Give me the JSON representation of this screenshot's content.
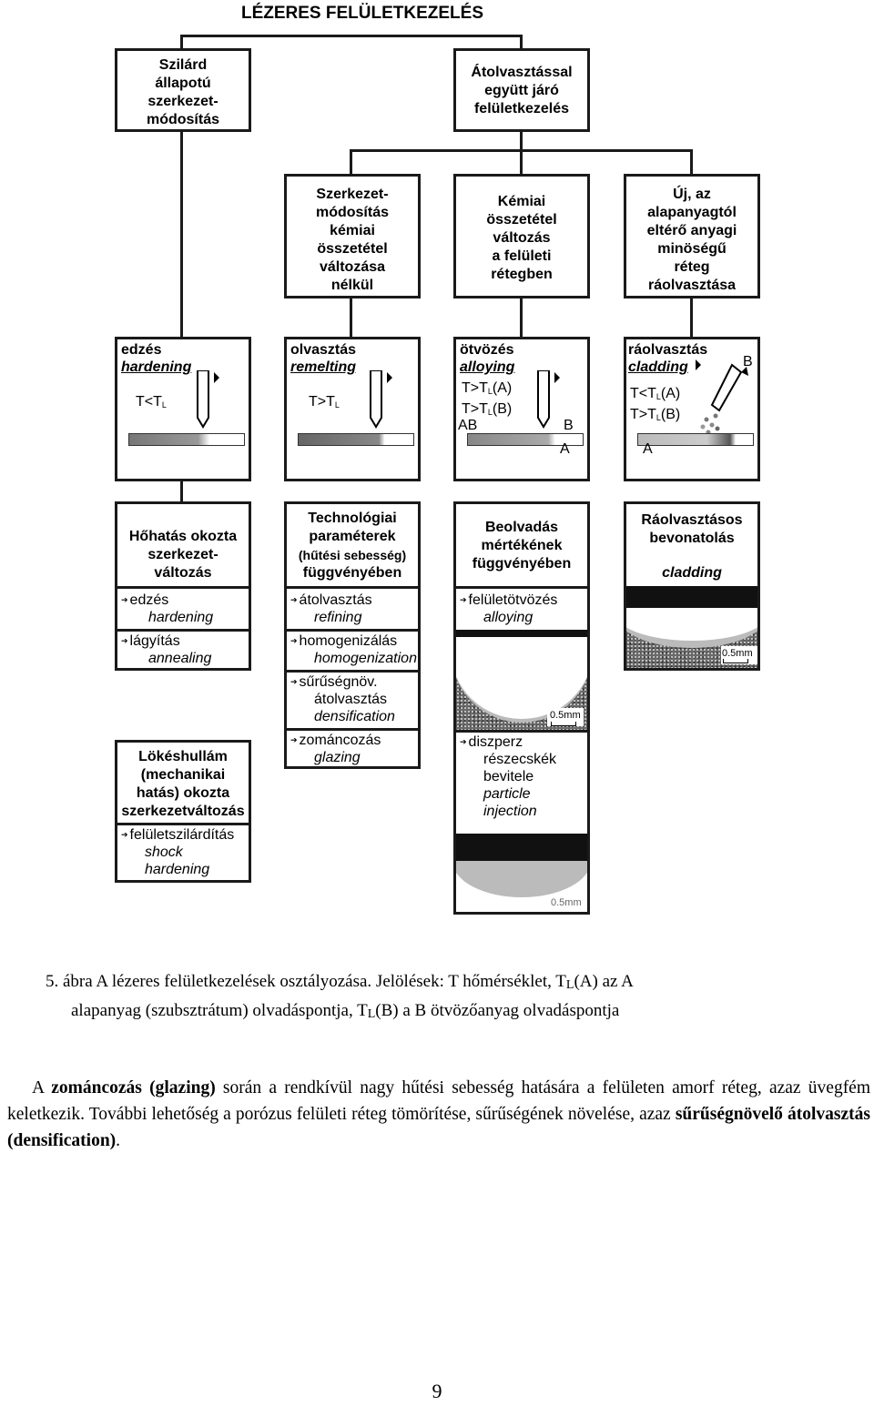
{
  "title": "LÉZERES FELÜLETKEZELÉS",
  "level1": {
    "solid": [
      "Szilárd",
      "állapotú",
      "szerkezet-",
      "módosítás"
    ],
    "melting": [
      "Átolvasztással",
      "együtt járó",
      "felületkezelés"
    ]
  },
  "level2": {
    "a": [
      "Szerkezet-",
      "módosítás",
      "kémiai",
      "összetétel",
      "változása",
      "nélkül"
    ],
    "b": [
      "Kémiai",
      "összetétel",
      "változás",
      "a felületi",
      "rétegben"
    ],
    "c": [
      "Új, az",
      "alapanyagtól",
      "eltérő anyagi",
      "minöségű",
      "réteg",
      "ráolvasztása"
    ]
  },
  "process": [
    {
      "hu": "edzés",
      "en": "hardening",
      "cond": "T<T",
      "sub": "L"
    },
    {
      "hu": "olvasztás",
      "en": "remelting",
      "cond": "T>T",
      "sub": "L"
    },
    {
      "hu": "ötvözés",
      "en": "alloying",
      "cond1": "T>T",
      "sub1": "L",
      "par1": "(A)",
      "cond2": "T>T",
      "sub2": "L",
      "par2": "(B)",
      "ab": "AB",
      "b": "B",
      "a": "A"
    },
    {
      "hu": "ráolvasztás",
      "en": "cladding",
      "cond1": "T<T",
      "sub1": "L",
      "par1": "(A)",
      "cond2": "T>T",
      "sub2": "L",
      "par2": "(B)",
      "b": "B",
      "a": "A"
    }
  ],
  "categories": {
    "heat": {
      "title": [
        "Hőhatás okozta",
        "szerkezet-",
        "változás"
      ],
      "items": [
        {
          "hu": "edzés",
          "en": "hardening"
        },
        {
          "hu": "lágyítás",
          "en": "annealing"
        }
      ]
    },
    "tech": {
      "title": [
        "Technológiai",
        "paraméterek",
        "(hűtési sebesség)",
        "függvényében"
      ],
      "items": [
        {
          "hu": "átolvasztás",
          "en": "refining"
        },
        {
          "hu": "homogenizálás",
          "en": "homogenization"
        },
        {
          "hu": "sűrűségnöv.",
          "hu2": "átolvasztás",
          "en": "densification"
        },
        {
          "hu": "zománcozás",
          "en": "glazing"
        }
      ]
    },
    "melt": {
      "title": [
        "Beolvadás",
        "mértékének",
        "függvényében"
      ],
      "items": [
        {
          "hu": "felületötvözés",
          "en": "alloying"
        }
      ],
      "scale1": "0.5mm",
      "dispersed": {
        "lines": [
          "diszperz",
          "részecskék",
          "bevitele"
        ],
        "en": [
          "particle",
          "injection"
        ]
      },
      "scale2": "0.5mm"
    },
    "clad": {
      "title": [
        "Ráolvasztásos",
        "bevonatolás"
      ],
      "en": "cladding",
      "scale": "0.5mm"
    },
    "shock": {
      "title": [
        "Lökéshullám",
        "(mechanikai",
        "hatás) okozta",
        "szerkezetváltozás"
      ],
      "item": {
        "hu": "felületszilárdítás",
        "en": [
          "shock",
          "hardening"
        ]
      }
    }
  },
  "arrow_glyph": "➔",
  "caption": {
    "line1_a": "5. ábra A lézeres felületkezelések osztályozása. Jelölések: T hőmérséklet, T",
    "line1_sub": "L",
    "line1_b": "(A) az A",
    "line2_a": "alapanyag (szubsztrátum) olvadáspontja, T",
    "line2_sub": "L",
    "line2_b": "(B) a B ötvözőanyag olvadáspontja"
  },
  "paragraph": {
    "p1": "A ",
    "b1": "zománcozás (glazing)",
    "p2": " során a rendkívül nagy hűtési sebesség hatására a felületen amorf réteg, azaz üvegfém keletkezik. További lehetőség a porózus felületi réteg tömörítése, sűrűségének növelése, azaz ",
    "b2": "sűrűségnövelő átolvasztás (densification)",
    "p3": "."
  },
  "page_number": "9"
}
